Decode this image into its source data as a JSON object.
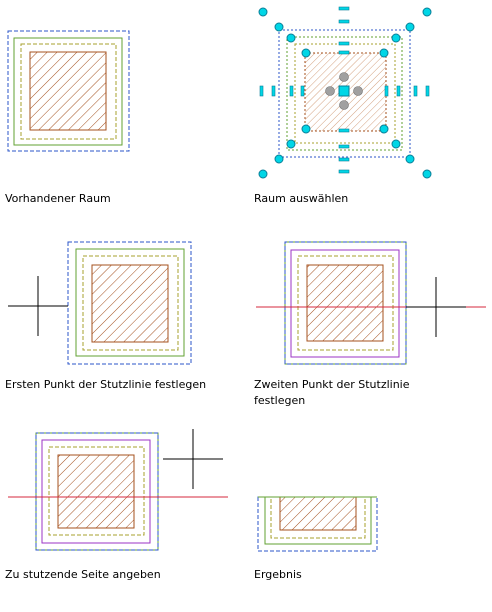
{
  "captions": {
    "step1": "Vorhandener Raum",
    "step2": "Raum auswählen",
    "step3": "Ersten Punkt der Stutzlinie festlegen",
    "step4_line1": "Zweiten Punkt der Stutzlinie",
    "step4_line2": "festlegen",
    "step5": "Zu stutzende Seite angeben",
    "step6": "Ergebnis"
  },
  "colors": {
    "outer_boundary": "#2b55c8",
    "green_boundary": "#62a232",
    "olive_boundary": "#a7a02c",
    "hatch": "#a4501e",
    "magenta_boundary": "#9b33c6",
    "trim_line": "#d42a3c",
    "grip": "#00d6e6",
    "grip_outline": "#0a7f98",
    "grip_gray": "#a0a0a0",
    "crosshair": "#000000"
  }
}
